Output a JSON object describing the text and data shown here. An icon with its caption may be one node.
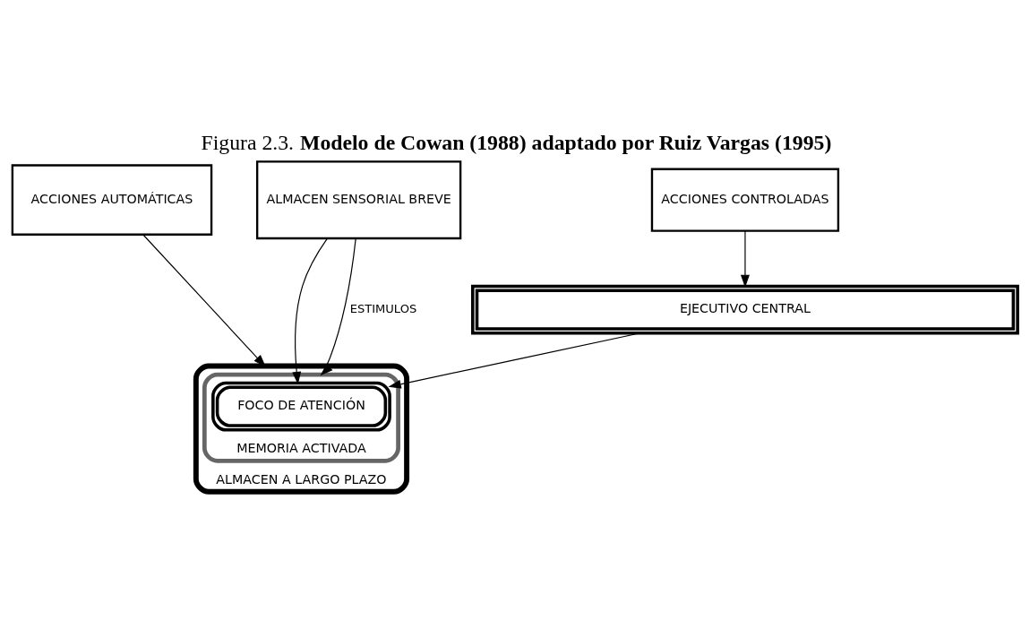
{
  "diagram": {
    "title": "Figura 2.3. **Modelo de Cowan (1988) adaptado por Ruiz Vargas (1995)**",
    "nodes": [
      {
        "text": [
          "EJECUTIVO CENTRAL"
        ]
      },
      {
        "text": [
          "ACCIONES AUTOMÁTICAS"
        ]
      },
      {
        "text": [
          "ACCIONES CONTROLADAS"
        ]
      },
      {
        "text": [
          "ALMACEN SENSORIAL BREVE"
        ]
      },
      {
        "text": [
          "ALMACEN A LARGO PLAZO"
        ]
      },
      {
        "text": [
          "MEMORIA ACTIVADA"
        ],
        "in": 4
      },
      {
        "text": [
          "FOCO DE ATENCIÓN"
        ],
        "in": 5
      }
    ],
    "edges": [
      {
        "from": 1,
        "to": 4,
        "arrow": "to"
      },
      {
        "from": 2,
        "to": 0,
        "arrow": "to"
      },
      {
        "from": 0,
        "to": 6,
        "arrow": "to"
      },
      {
        "from": 3,
        "to": 6,
        "arrow": "to"
      },
      {
        "from": 3,
        "to": 5,
        "arrow": "to",
        "label": "ESTIMULOS"
      }
    ]
  }
}
